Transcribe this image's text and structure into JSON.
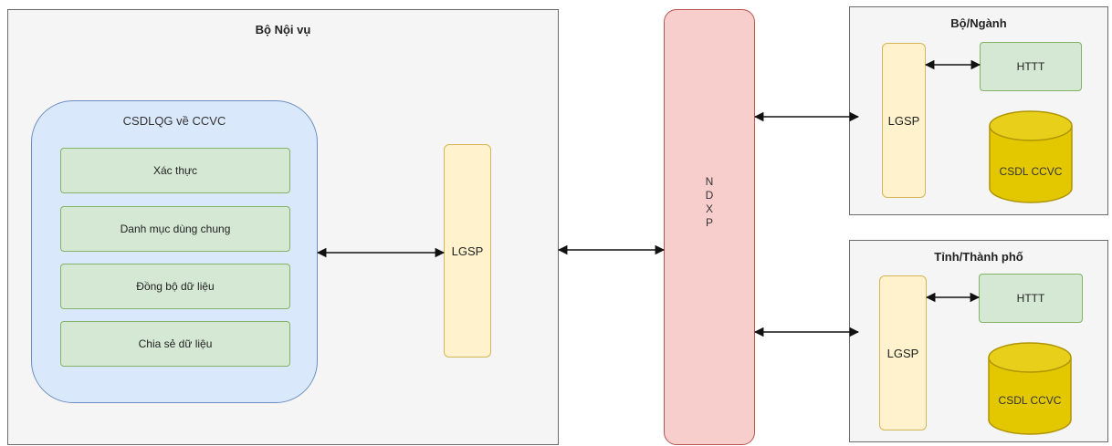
{
  "panels": {
    "bo_noi_vu": "Bộ Nội vụ",
    "bo_nganh": "Bộ/Ngành",
    "tinh_thanh_pho": "Tỉnh/Thành phố"
  },
  "csdl_group": {
    "title": "CSDLQG về CCVC",
    "items": [
      "Xác thực",
      "Danh mục dùng chung",
      "Đồng bộ dữ liệu",
      "Chia sẻ dữ liệu"
    ]
  },
  "lgsp_label": "LGSP",
  "ndxp_letters": [
    "N",
    "D",
    "X",
    "P"
  ],
  "httt_label": "HTTT",
  "csdl_ccvc_label": "CSDL CCVC",
  "colors": {
    "panel_fill": "#f5f5f5",
    "blue_fill": "#dae8fc",
    "green_fill": "#d5e8d4",
    "yellow_fill": "#fff2cc",
    "red_fill": "#f8cecc",
    "cylinder_fill": "#e3c800"
  }
}
